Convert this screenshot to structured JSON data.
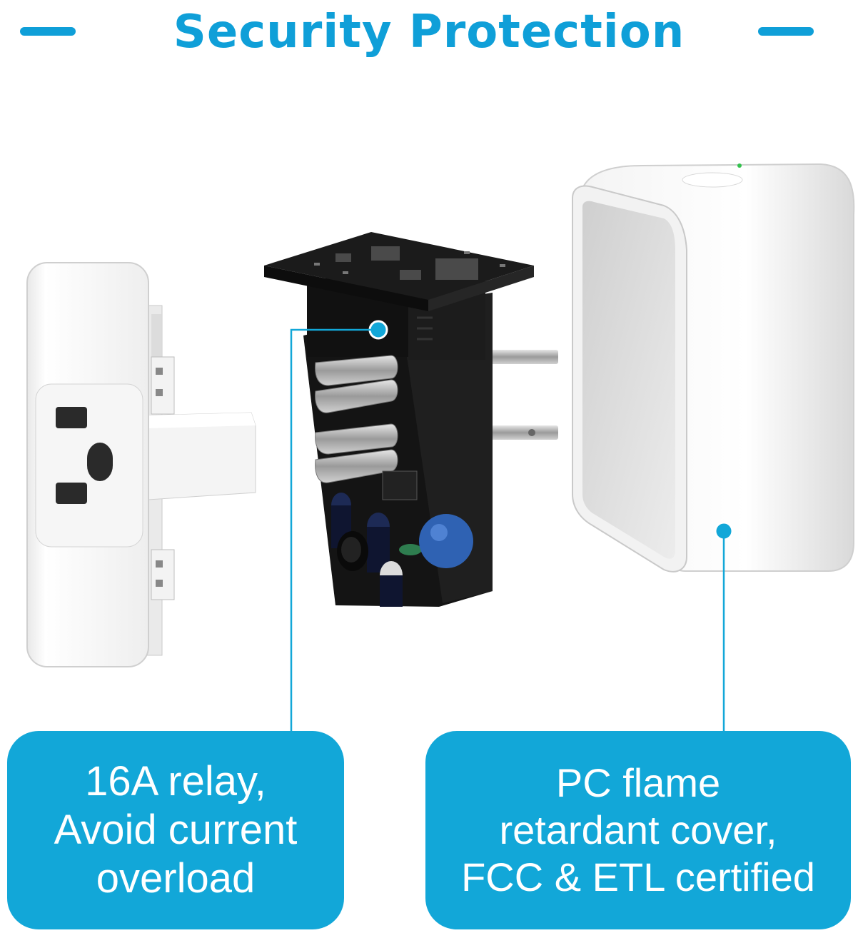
{
  "title": "Security Protection",
  "colors": {
    "accent": "#0f9fd8",
    "callout_background": "#12a7d8",
    "callout_text": "#ffffff",
    "pcb": "#1a1a1a",
    "plastic": "#f2f2f2"
  },
  "parts": [
    {
      "name": "outlet-faceplate-icon"
    },
    {
      "name": "circuit-board-icon"
    },
    {
      "name": "cover-shell-icon"
    }
  ],
  "callouts": {
    "left": {
      "lines": [
        "16A relay,",
        "Avoid current",
        "overload"
      ]
    },
    "right": {
      "lines": [
        "PC flame",
        "retardant cover,",
        "FCC & ETL certified"
      ]
    }
  }
}
